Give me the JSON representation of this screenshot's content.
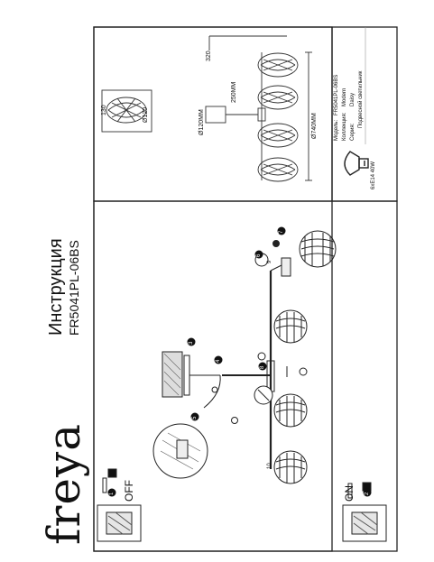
{
  "brand": {
    "logo": "freya"
  },
  "header": {
    "title": "Инструкция",
    "model_code": "FR5041PL-06BS"
  },
  "steps": {
    "off_label": "OFF",
    "on_label": "ON",
    "numbers": [
      "1",
      "2",
      "3",
      "4",
      "5",
      "6",
      "7",
      "8",
      "9",
      "10"
    ]
  },
  "spec": {
    "dims": {
      "length": "320",
      "diameter_120": "Ø120MM",
      "drop": "250MM",
      "width_740": "Ø740MM",
      "shade_130": "130",
      "shade_120": "Ø120"
    },
    "info": {
      "model_label": "Модель:",
      "model_value": "FR5041PL-06BS",
      "collection_label": "Коллекция:",
      "collection_value": "Modern",
      "series_label": "Серия:",
      "series_value": "Daisy",
      "type_value": "Подвесной светильник",
      "bulb": "6xE14 40W"
    }
  }
}
